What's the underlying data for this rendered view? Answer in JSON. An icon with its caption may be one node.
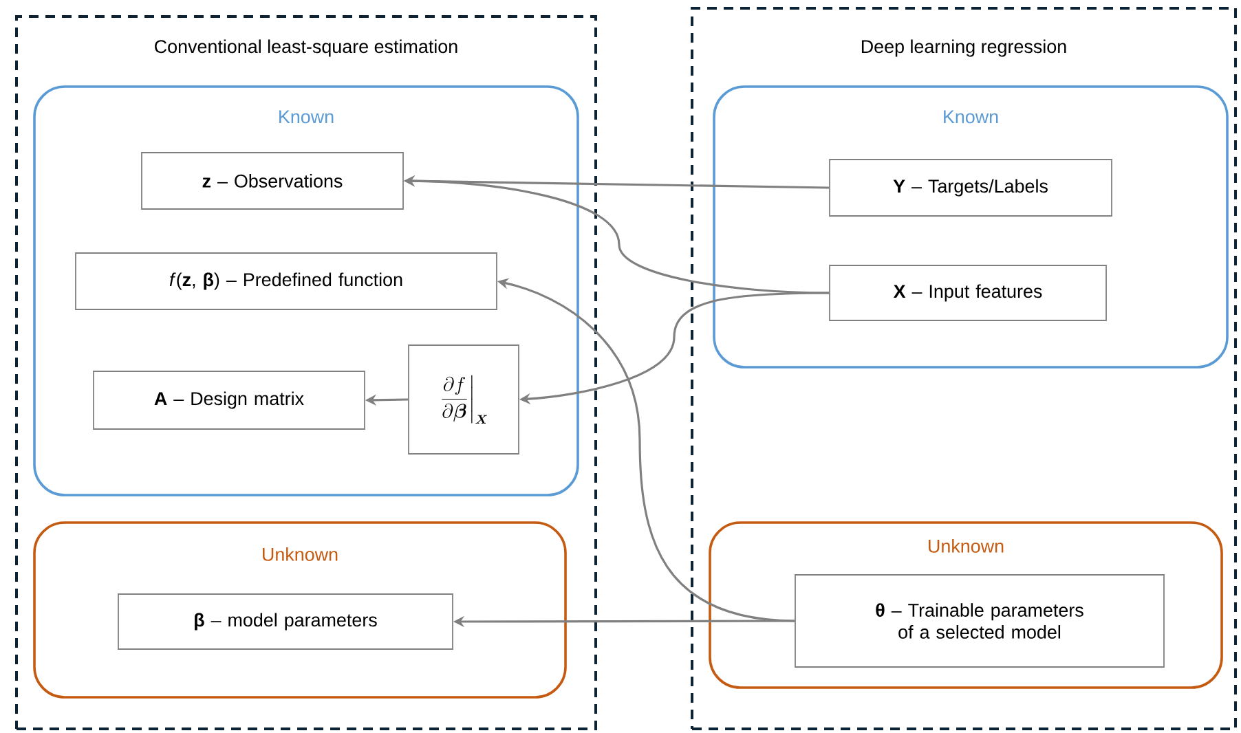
{
  "diagram": {
    "nodes": [
      {
        "text": [
          "Conventional least-square estimation"
        ]
      },
      {
        "text": [
          "Known"
        ],
        "in": 0
      },
      {
        "text": [
          "**z** – Observations"
        ],
        "in": 1
      },
      {
        "text": [
          "*f*(**z**, **β**) – Predefined function"
        ],
        "in": 1
      },
      {
        "text": [
          "**A** – Design matrix"
        ],
        "in": 1
      },
      {
        "text": [
          "\\left.\\frac{\\partial f}{\\partial \\boldsymbol{\\beta}}\\right|_{\\boldsymbol{X}}"
        ],
        "in": 1
      },
      {
        "text": [
          "Unknown"
        ],
        "in": 0
      },
      {
        "text": [
          "**β** – model parameters"
        ],
        "in": 6
      },
      {
        "text": [
          "Deep learning regression"
        ]
      },
      {
        "text": [
          "Known"
        ],
        "in": 8
      },
      {
        "text": [
          "**Y** – Targets/Labels"
        ],
        "in": 9
      },
      {
        "text": [
          "**X** – Input features"
        ],
        "in": 9
      },
      {
        "text": [
          "Unknown"
        ],
        "in": 8
      },
      {
        "text": [
          "**θ** – Trainable parameters of a selected model"
        ],
        "in": 12
      }
    ],
    "edges": [
      {
        "from": 10,
        "to": 2,
        "arrow": "to"
      },
      {
        "from": 11,
        "to": 2,
        "arrow": "to"
      },
      {
        "from": 11,
        "to": 5,
        "arrow": "to"
      },
      {
        "from": 5,
        "to": 4,
        "arrow": "to"
      },
      {
        "from": 13,
        "to": 3,
        "arrow": "to"
      },
      {
        "from": 13,
        "to": 7,
        "arrow": "to"
      }
    ]
  }
}
